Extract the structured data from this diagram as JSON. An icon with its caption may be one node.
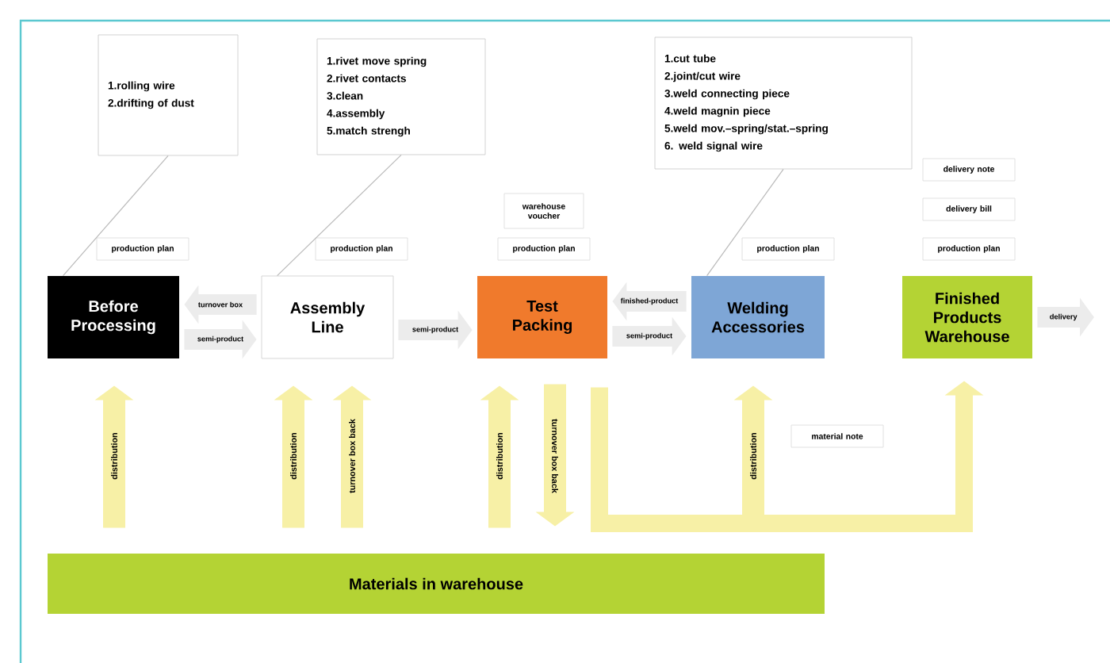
{
  "diagram": {
    "nodes": [
      {
        "text": [
          "1.rolling wire",
          "2.drifting of dust"
        ]
      },
      {
        "text": [
          "1.rivet move spring",
          "2.rivet contacts",
          "3.clean",
          "4.assembly",
          "5.match strengh"
        ]
      },
      {
        "text": [
          "1.cut tube",
          "2.joint/cut wire",
          "3.weld connecting piece",
          "4.weld magnin piece",
          "5.weld mov.–spring/stat.–spring",
          "6. weld signal wire"
        ]
      },
      {
        "text": [
          "delivery note"
        ]
      },
      {
        "text": [
          "warehouse voucher"
        ]
      },
      {
        "text": [
          "delivery bill"
        ]
      },
      {
        "text": [
          "production plan"
        ]
      },
      {
        "text": [
          "production plan"
        ]
      },
      {
        "text": [
          "production plan"
        ]
      },
      {
        "text": [
          "production plan"
        ]
      },
      {
        "text": [
          "production plan"
        ]
      },
      {
        "text": [
          "Before Processing"
        ]
      },
      {
        "text": [
          "Assembly Line"
        ]
      },
      {
        "text": [
          "Test Packing"
        ]
      },
      {
        "text": [
          "Welding Accessories"
        ]
      },
      {
        "text": [
          "Finished Products Warehouse"
        ]
      },
      {
        "text": [
          "material note"
        ]
      },
      {
        "text": [
          "Materials in warehouse"
        ]
      }
    ],
    "edges": [
      {
        "from": 0,
        "to": 11,
        "arrow": "none"
      },
      {
        "from": 1,
        "to": 12,
        "arrow": "none"
      },
      {
        "from": 2,
        "to": 14,
        "arrow": "none"
      },
      {
        "from": 12,
        "to": 11,
        "arrow": "to",
        "label": "turnover box",
        "color": "#ececec"
      },
      {
        "from": 11,
        "to": 12,
        "arrow": "to",
        "label": "semi-product",
        "color": "#ececec"
      },
      {
        "from": 12,
        "to": 13,
        "arrow": "to",
        "label": "semi-product",
        "color": "#ececec"
      },
      {
        "from": 14,
        "to": 13,
        "arrow": "to",
        "label": "finished-product",
        "color": "#ececec"
      },
      {
        "from": 13,
        "to": 14,
        "arrow": "to",
        "label": "semi-product",
        "color": "#ececec"
      },
      {
        "from": 15,
        "to": null,
        "arrow": "to",
        "label": "delivery",
        "color": "#ececec"
      },
      {
        "from": 17,
        "to": 11,
        "arrow": "to",
        "label": "distribution"
      },
      {
        "from": 17,
        "to": 12,
        "arrow": "to",
        "label": "distribution"
      },
      {
        "from": 17,
        "to": 12,
        "arrow": "to",
        "label": "turnover box back"
      },
      {
        "from": 17,
        "to": 13,
        "arrow": "to",
        "label": "distribution"
      },
      {
        "from": 13,
        "to": 17,
        "arrow": "to",
        "label": "turnover box back"
      },
      {
        "from": 17,
        "to": 14,
        "arrow": "to",
        "label": "distribution"
      },
      {
        "from": 13,
        "to": 15,
        "arrow": "to"
      }
    ]
  }
}
